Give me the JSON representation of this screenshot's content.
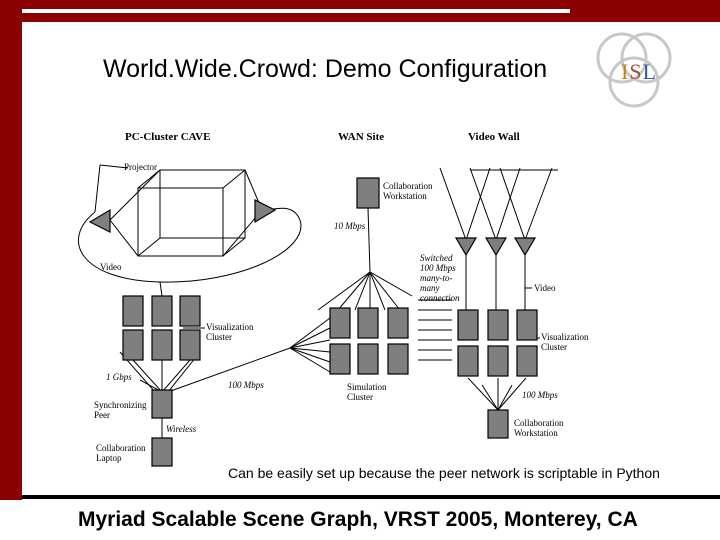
{
  "slide": {
    "title": "World.Wide.Crowd:  Demo Configuration",
    "caption": "Can be easily set up because the peer network is scriptable in Python",
    "footer": "Myriad Scalable Scene Graph, VRST 2005, Monterey, CA"
  },
  "logo": {
    "letters": [
      "I",
      "S",
      "L"
    ],
    "colors": [
      "#b8860b",
      "#a0522d",
      "#3b5998"
    ]
  },
  "diagram": {
    "headers": {
      "cave": "PC-Cluster CAVE",
      "wan": "WAN Site",
      "wall": "Video Wall"
    },
    "labels": {
      "projector": "Projector",
      "video_left": "Video",
      "collab_ws_top_1": "Collaboration",
      "collab_ws_top_2": "Workstation",
      "wan_speed": "10 Mbps",
      "switched_1": "Switched",
      "switched_2": "100 Mbps",
      "switched_3": "many-to-",
      "switched_4": "many",
      "switched_5": "connection",
      "video_right": "Video",
      "vis_cluster_left_1": "Visualization",
      "vis_cluster_left_2": "Cluster",
      "vis_cluster_right_1": "Visualization",
      "vis_cluster_right_2": "Cluster",
      "gbps": "1 Gbps",
      "mbps_left": "100 Mbps",
      "mbps_right": "100 Mbps",
      "sync_peer_1": "Synchronizing",
      "sync_peer_2": "Peer",
      "wireless": "Wireless",
      "sim_cluster_1": "Simulation",
      "sim_cluster_2": "Cluster",
      "collab_ws_bottom_1": "Collaboration",
      "collab_ws_bottom_2": "Workstation",
      "collab_laptop_1": "Collaboration",
      "collab_laptop_2": "Laptop"
    }
  }
}
